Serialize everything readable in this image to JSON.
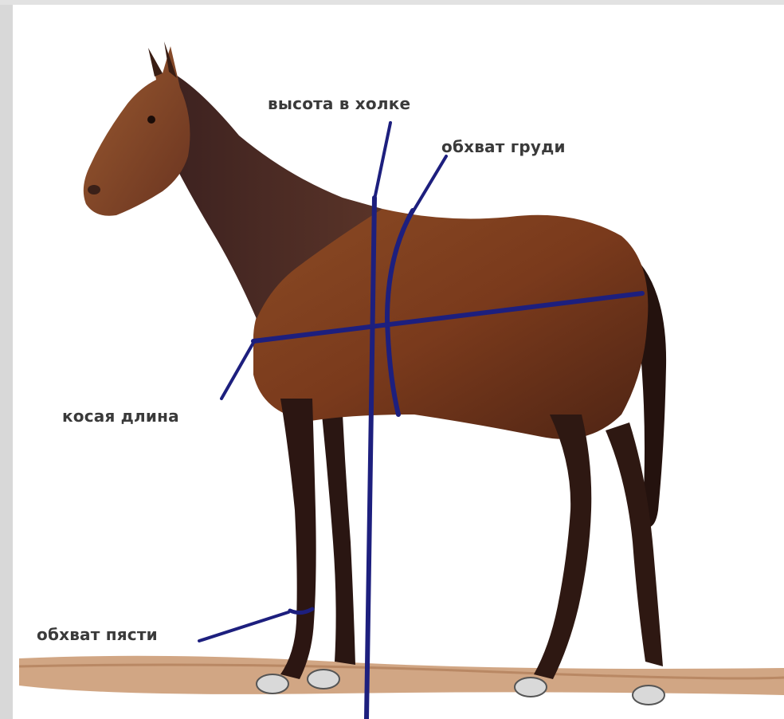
{
  "labels": {
    "height_at_withers": "высота в холке",
    "chest_girth": "обхват груди",
    "oblique_length": "косая длина",
    "cannon_girth": "обхват пясти"
  },
  "colors": {
    "measure_line": "#1d1f7e",
    "coat": "#7a3a1c",
    "coat_dark": "#2a1410",
    "ground": "#c2916a",
    "frame": "#dcdcdc"
  }
}
